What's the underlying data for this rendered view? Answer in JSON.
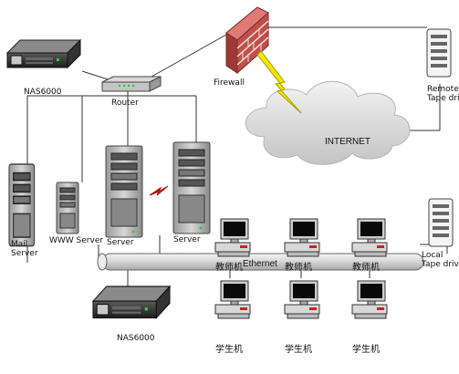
{
  "nodes": {
    "nas_top": "NAS6000",
    "router": "Router",
    "firewall": "Firewall",
    "remote_tape": "Remote\nTape drive",
    "internet": "INTERNET",
    "mail_server": "Mail\nServer",
    "www_server": "WWW Server",
    "server_a": "Server",
    "server_b": "Server",
    "teacher_1": "教师机",
    "teacher_2": "教师机",
    "teacher_3": "教师机",
    "local_tape": "Local\nTape drive",
    "ethernet": "Ethernet",
    "nas_bottom": "NAS6000",
    "student_1": "学生机",
    "student_2": "学生机",
    "student_3": "学生机"
  },
  "colors": {
    "firewall_brick": "#c0504d",
    "lightning": "#f2e600",
    "cloud": "#d9d9d9",
    "ethernet_bus": "#e8e8e8"
  }
}
